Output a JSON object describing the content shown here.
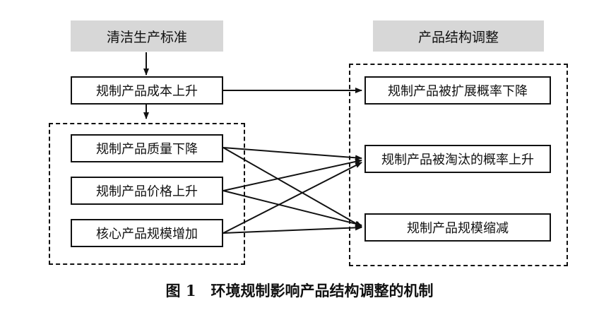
{
  "left_header": "清洁生产标准",
  "right_header": "产品结构调整",
  "left_boxes": {
    "cost": "规制产品成本上升",
    "quality": "规制产品质量下降",
    "price": "规制产品价格上升",
    "core": "核心产品规模增加"
  },
  "right_boxes": {
    "expand": "规制产品被扩展概率下降",
    "eliminate": "规制产品被淘汰的概率上升",
    "shrink": "规制产品规模缩减"
  },
  "caption": "图 1　环境规制影响产品结构调整的机制"
}
